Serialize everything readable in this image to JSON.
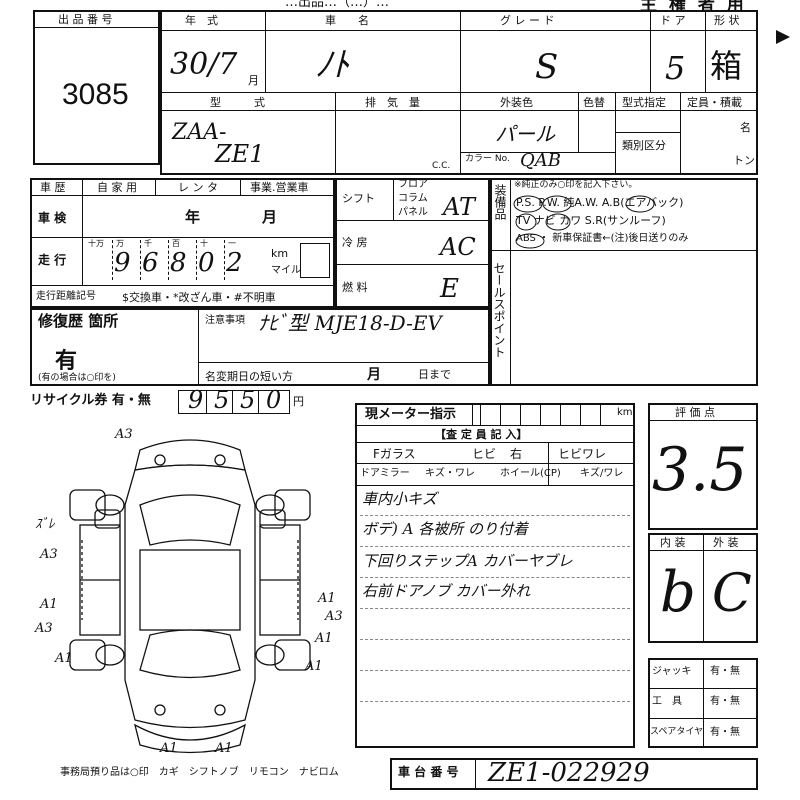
{
  "header": {
    "title_fragment": "…出品…（…）…",
    "owner_label": "主 権 者 用"
  },
  "lot": {
    "label": "出 品 番 号",
    "number": "3085"
  },
  "vehicle": {
    "year_label": "年　式",
    "year_value": "30/7",
    "month_suffix": "月",
    "model_name_label": "車　　名",
    "model_name_value": "ﾉﾄ",
    "grade_label": "グ レ ー ド",
    "grade_value": "S",
    "doors_label": "ド ア",
    "doors_value": "5",
    "body_label": "形 状",
    "body_value": "箱",
    "type_label": "型　　　式",
    "type_value_1": "ZAA-",
    "type_value_2": "ZE1",
    "displacement_label": "排　気　量",
    "cc_suffix": "C.C.",
    "exterior_color_label": "外装色",
    "exterior_color_value": "パール",
    "color_change_label": "色替",
    "color_code_label": "カラー No.",
    "color_code_value": "QAB",
    "type_designation_label": "型式指定",
    "class_label": "類別区分",
    "capacity_label": "定員・積載",
    "capacity_unit_people": "名",
    "capacity_unit_ton": "トン"
  },
  "history": {
    "label": "車 歴",
    "options": [
      "自 家 用",
      "レ ン タ",
      "事業.営業車"
    ],
    "inspection_label": "車 検",
    "inspection_year_suffix": "年",
    "inspection_month_suffix": "月",
    "mileage_label": "走 行",
    "mileage_units": [
      "十万",
      "万",
      "千",
      "百",
      "十",
      "一"
    ],
    "mileage_value": "96802",
    "km_label": "km",
    "mile_label": "マイル",
    "mileage_record_label": "走行距離記号",
    "mileage_record_options": "$交換車・*改ざん車・#不明車"
  },
  "mechanics": {
    "shift_label": "シフト",
    "shift_options": [
      "フロア",
      "コラム",
      "パネル"
    ],
    "shift_value": "AT",
    "ac_label": "冷 房",
    "ac_value": "AC",
    "fuel_label": "燃 料",
    "fuel_value": "E"
  },
  "equipment": {
    "label": "装備品",
    "note": "※純正のみ○印を記入下さい。",
    "row1": "P.S.  P.W.  純A.W.  A.B(エアバック)",
    "row2": "TV  ナビ  カワ  S.R(サンルーフ)",
    "row3": "ABS  ・  新車保証書←(注)後日送りのみ",
    "sales_point_label": "セールスポイント"
  },
  "repair": {
    "label": "修復歴 箇所",
    "value": "有",
    "note": "(有の場合は○印を)",
    "remarks_label": "注意事項",
    "remarks_value": "ﾅﾋﾞ型 MJE18-D-EV",
    "name_change_label": "名変期日の短い方",
    "month_label": "月",
    "day_label": "日まで"
  },
  "recycle": {
    "label": "リサイクル券 有・無",
    "value": "9550",
    "unit": "円"
  },
  "meter": {
    "label": "現メーター指示",
    "unit": "km"
  },
  "inspector": {
    "title": "【査 定 員 記 入】",
    "glass_label": "Fガラス",
    "glass_options": [
      "ヒビ",
      "右",
      "ヒビワレ"
    ],
    "mirror_label": "ドアミラー",
    "mirror_options": "キズ・ワレ",
    "wheel_label": "ホイール(CP)",
    "wheel_options": "キズ/ワレ",
    "notes": [
      "車内小キズ",
      "ボデ) A 各被所 のり付着",
      "下回りステップA カバーヤブレ",
      "右前ドアノブ カバー外れ"
    ]
  },
  "grade": {
    "label": "評 価 点",
    "value": "3.5",
    "interior_label": "内 装",
    "interior_value": "b",
    "exterior_label": "外 装",
    "exterior_value": "C"
  },
  "tools": {
    "jack_label": "ジャッキ",
    "jack_opt": "有・無",
    "tools_label": "工　具",
    "tools_opt": "有・無",
    "spare_label": "スペアタイヤ",
    "spare_opt": "有・無"
  },
  "footer": {
    "office_note": "事務局預り品は○印　カギ　シフトノブ　リモコン　ナビロム",
    "chassis_label": "車 台 番 号",
    "chassis_value": "ZE1-022929"
  },
  "diagram_marks": [
    "A3",
    "ｽﾞﾚ",
    "A3",
    "A1",
    "A3",
    "A1",
    "A1",
    "A3",
    "A1",
    "A1",
    "A1",
    "A1"
  ]
}
